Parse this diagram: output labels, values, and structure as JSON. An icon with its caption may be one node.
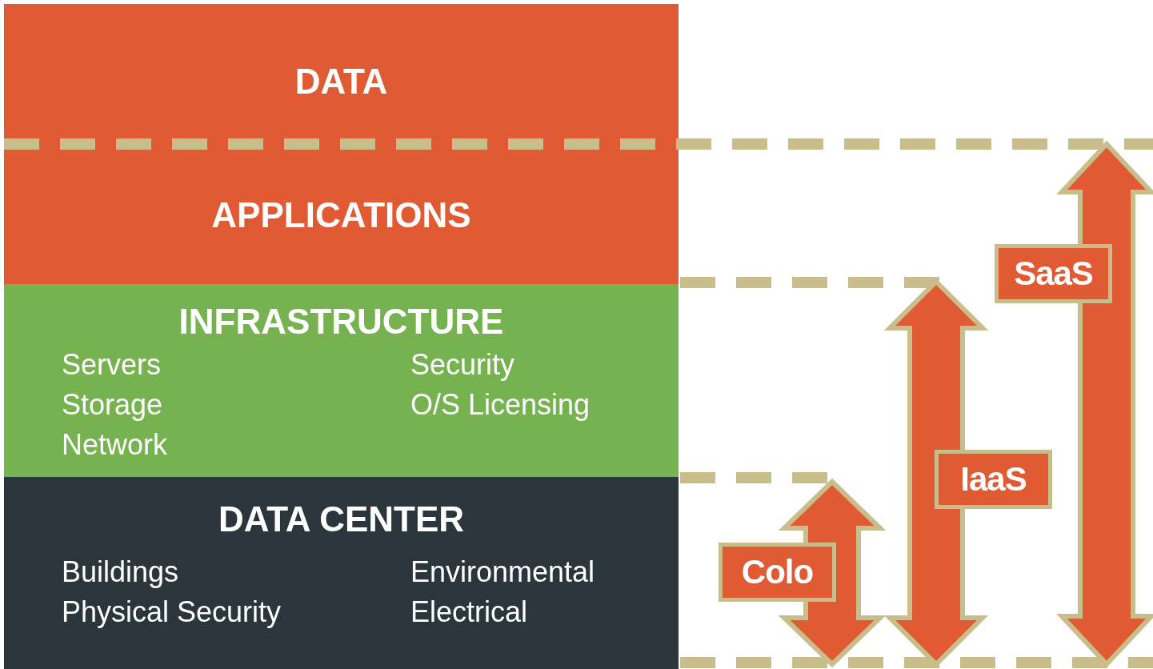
{
  "diagram": {
    "nodes": [
      {
        "text": [
          "DATA"
        ]
      },
      {
        "text": [
          "APPLICATIONS"
        ]
      },
      {
        "text": [
          "INFRASTRUCTURE",
          "Servers",
          "Storage",
          "Network",
          "Security",
          "O/S Licensing"
        ]
      },
      {
        "text": [
          "DATA CENTER",
          "Buildings",
          "Physical Security",
          "Environmental",
          "Electrical"
        ]
      },
      {
        "text": [
          "Colo"
        ]
      },
      {
        "text": [
          "IaaS"
        ]
      },
      {
        "text": [
          "SaaS"
        ]
      }
    ]
  }
}
